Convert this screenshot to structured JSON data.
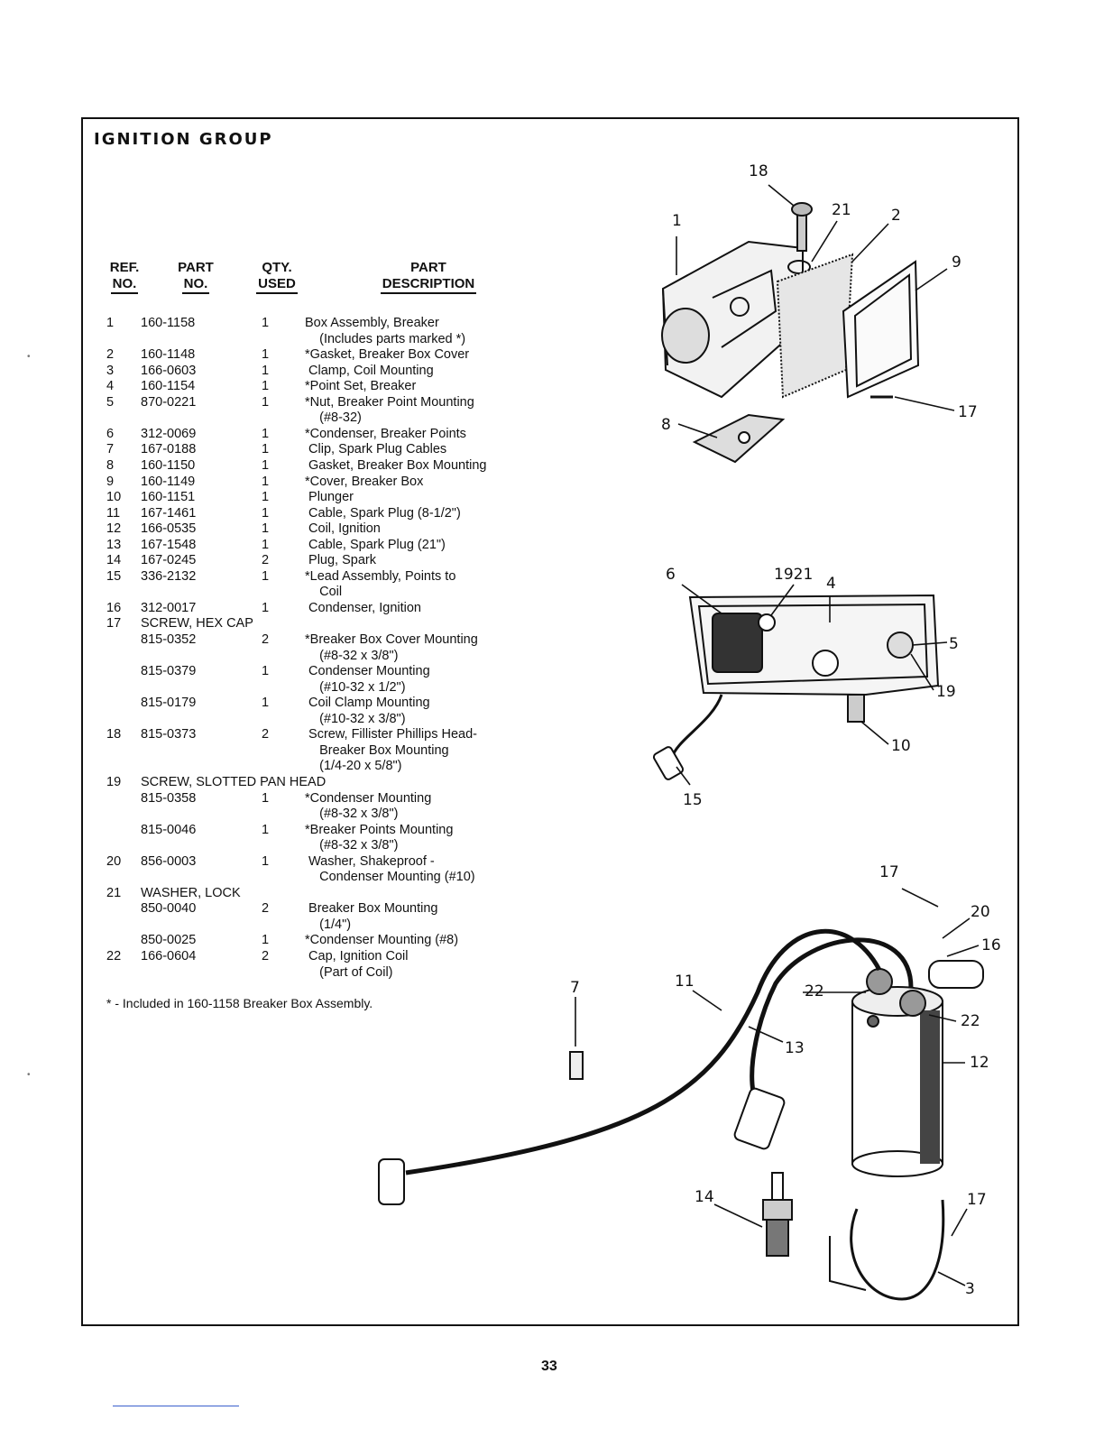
{
  "title": "IGNITION GROUP",
  "headers": {
    "ref": [
      "REF.",
      "NO."
    ],
    "part": [
      "PART",
      "NO."
    ],
    "qty": [
      "QTY.",
      "USED"
    ],
    "desc": [
      "PART",
      "DESCRIPTION"
    ]
  },
  "rows": [
    {
      "ref": "1",
      "part": "160-1158",
      "qty": "1",
      "desc": "Box Assembly, Breaker"
    },
    {
      "ref": "",
      "part": "",
      "qty": "",
      "desc": "    (Includes parts marked *)"
    },
    {
      "ref": "2",
      "part": "160-1148",
      "qty": "1",
      "desc": "*Gasket, Breaker Box Cover"
    },
    {
      "ref": "3",
      "part": "166-0603",
      "qty": "1",
      "desc": " Clamp, Coil Mounting"
    },
    {
      "ref": "4",
      "part": "160-1154",
      "qty": "1",
      "desc": "*Point Set, Breaker"
    },
    {
      "ref": "5",
      "part": "870-0221",
      "qty": "1",
      "desc": "*Nut, Breaker Point Mounting"
    },
    {
      "ref": "",
      "part": "",
      "qty": "",
      "desc": "    (#8-32)"
    },
    {
      "ref": "6",
      "part": "312-0069",
      "qty": "1",
      "desc": "*Condenser, Breaker Points"
    },
    {
      "ref": "7",
      "part": "167-0188",
      "qty": "1",
      "desc": " Clip, Spark Plug Cables"
    },
    {
      "ref": "8",
      "part": "160-1150",
      "qty": "1",
      "desc": " Gasket, Breaker Box Mounting"
    },
    {
      "ref": "9",
      "part": "160-1149",
      "qty": "1",
      "desc": "*Cover, Breaker Box"
    },
    {
      "ref": "10",
      "part": "160-1151",
      "qty": "1",
      "desc": " Plunger"
    },
    {
      "ref": "11",
      "part": "167-1461",
      "qty": "1",
      "desc": " Cable, Spark Plug (8-1/2\")"
    },
    {
      "ref": "12",
      "part": "166-0535",
      "qty": "1",
      "desc": " Coil, Ignition"
    },
    {
      "ref": "13",
      "part": "167-1548",
      "qty": "1",
      "desc": " Cable, Spark Plug (21\")"
    },
    {
      "ref": "14",
      "part": "167-0245",
      "qty": "2",
      "desc": " Plug, Spark"
    },
    {
      "ref": "15",
      "part": "336-2132",
      "qty": "1",
      "desc": "*Lead Assembly, Points to"
    },
    {
      "ref": "",
      "part": "",
      "qty": "",
      "desc": "    Coil"
    },
    {
      "ref": "16",
      "part": "312-0017",
      "qty": "1",
      "desc": " Condenser, Ignition"
    },
    {
      "ref": "17",
      "part": "SCREW, HEX CAP",
      "qty": "",
      "desc": ""
    },
    {
      "ref": "",
      "part": "815-0352",
      "qty": "2",
      "desc": "*Breaker Box Cover Mounting"
    },
    {
      "ref": "",
      "part": "",
      "qty": "",
      "desc": "    (#8-32 x 3/8\")"
    },
    {
      "ref": "",
      "part": "815-0379",
      "qty": "1",
      "desc": " Condenser Mounting"
    },
    {
      "ref": "",
      "part": "",
      "qty": "",
      "desc": "    (#10-32 x 1/2\")"
    },
    {
      "ref": "",
      "part": "815-0179",
      "qty": "1",
      "desc": " Coil Clamp Mounting"
    },
    {
      "ref": "",
      "part": "",
      "qty": "",
      "desc": "    (#10-32 x 3/8\")"
    },
    {
      "ref": "18",
      "part": "815-0373",
      "qty": "2",
      "desc": " Screw, Fillister Phillips Head-"
    },
    {
      "ref": "",
      "part": "",
      "qty": "",
      "desc": "    Breaker Box Mounting"
    },
    {
      "ref": "",
      "part": "",
      "qty": "",
      "desc": "    (1/4-20 x 5/8\")"
    },
    {
      "ref": "19",
      "part": "SCREW, SLOTTED PAN HEAD",
      "qty": "",
      "desc": ""
    },
    {
      "ref": "",
      "part": "815-0358",
      "qty": "1",
      "desc": "*Condenser Mounting"
    },
    {
      "ref": "",
      "part": "",
      "qty": "",
      "desc": "    (#8-32 x 3/8\")"
    },
    {
      "ref": "",
      "part": "815-0046",
      "qty": "1",
      "desc": "*Breaker Points Mounting"
    },
    {
      "ref": "",
      "part": "",
      "qty": "",
      "desc": "    (#8-32 x 3/8\")"
    },
    {
      "ref": "20",
      "part": "856-0003",
      "qty": "1",
      "desc": " Washer, Shakeproof -"
    },
    {
      "ref": "",
      "part": "",
      "qty": "",
      "desc": "    Condenser Mounting (#10)"
    },
    {
      "ref": "21",
      "part": "WASHER, LOCK",
      "qty": "",
      "desc": ""
    },
    {
      "ref": "",
      "part": "850-0040",
      "qty": "2",
      "desc": " Breaker Box Mounting"
    },
    {
      "ref": "",
      "part": "",
      "qty": "",
      "desc": "    (1/4\")"
    },
    {
      "ref": "",
      "part": "850-0025",
      "qty": "1",
      "desc": "*Condenser Mounting (#8)"
    },
    {
      "ref": "22",
      "part": "166-0604",
      "qty": "2",
      "desc": " Cap, Ignition Coil"
    },
    {
      "ref": "",
      "part": "",
      "qty": "",
      "desc": "    (Part of Coil)"
    }
  ],
  "footnote": "* - Included in 160-1158 Breaker Box Assembly.",
  "page_number": "33",
  "callouts": {
    "c18": "18",
    "c1": "1",
    "c21": "21",
    "c2": "2",
    "c9": "9",
    "c17a": "17",
    "c8": "8",
    "c6": "6",
    "c1921": "1921",
    "c4": "4",
    "c5": "5",
    "c19": "19",
    "c10": "10",
    "c15": "15",
    "c17b": "17",
    "c20": "20",
    "c16": "16",
    "c7": "7",
    "c11": "11",
    "c22a": "22",
    "c22b": "22",
    "c13": "13",
    "c12": "12",
    "c14": "14",
    "c17c": "17",
    "c3": "3"
  }
}
